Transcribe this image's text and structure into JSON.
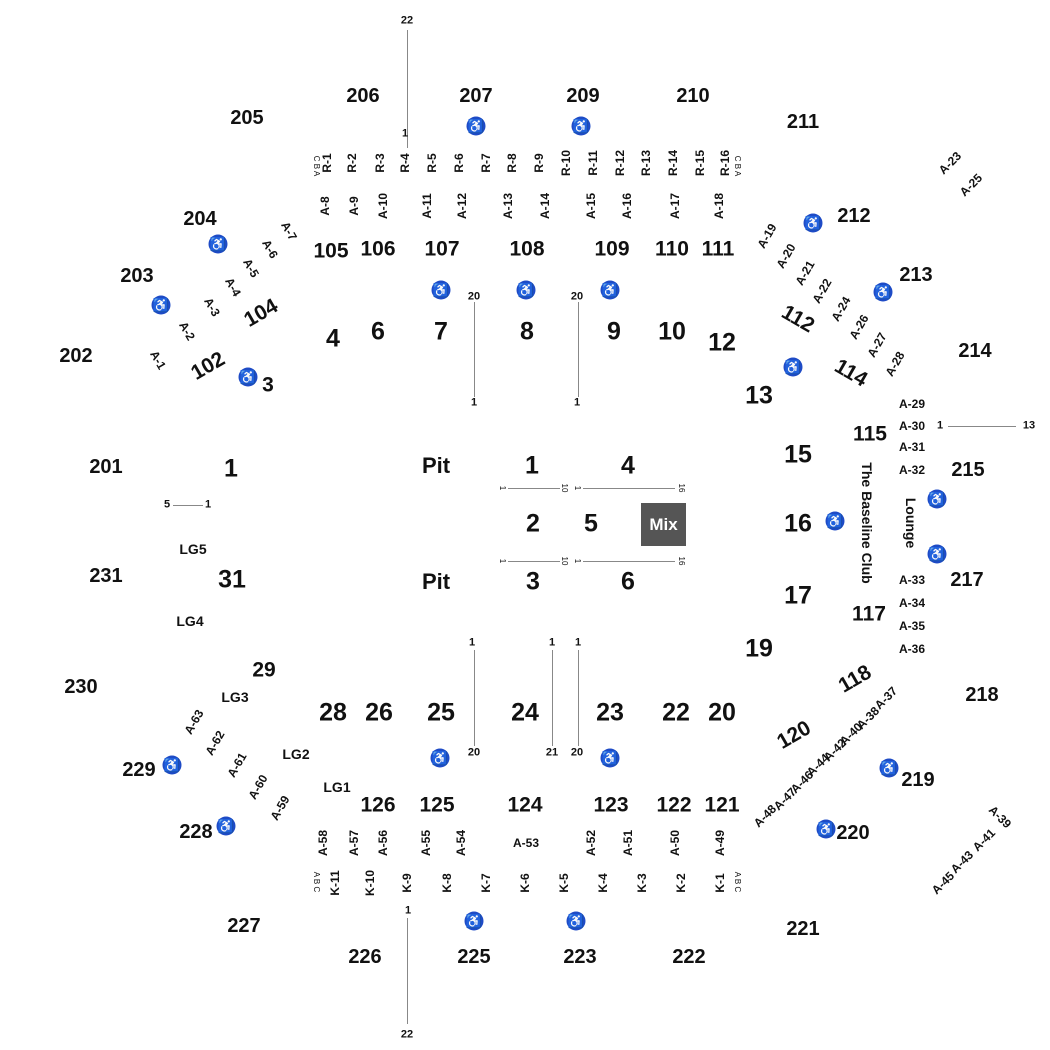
{
  "upper_sections": {
    "s201": "201",
    "s202": "202",
    "s203": "203",
    "s204": "204",
    "s205": "205",
    "s206": "206",
    "s207": "207",
    "s209": "209",
    "s210": "210",
    "s211": "211",
    "s212": "212",
    "s213": "213",
    "s214": "214",
    "s215": "215",
    "s217": "217",
    "s218": "218",
    "s219": "219",
    "s220": "220",
    "s221": "221",
    "s222": "222",
    "s223": "223",
    "s225": "225",
    "s226": "226",
    "s227": "227",
    "s228": "228",
    "s229": "229",
    "s230": "230",
    "s231": "231"
  },
  "lower_sections": {
    "s102": "102",
    "s104": "104",
    "s105": "105",
    "s106": "106",
    "s107": "107",
    "s108": "108",
    "s109": "109",
    "s110": "110",
    "s111": "111",
    "s112": "112",
    "s114": "114",
    "s115": "115",
    "s117": "117",
    "s118": "118",
    "s120": "120",
    "s121": "121",
    "s122": "122",
    "s123": "123",
    "s124": "124",
    "s125": "125",
    "s126": "126"
  },
  "floor_sections": {
    "f1": "1",
    "f3": "3",
    "f4": "4",
    "f6": "6",
    "f7": "7",
    "f8": "8",
    "f9": "9",
    "f10": "10",
    "f12": "12",
    "f13": "13",
    "f15": "15",
    "f16": "16",
    "f17": "17",
    "f19": "19",
    "f20": "20",
    "f22": "22",
    "f23": "23",
    "f24": "24",
    "f25": "25",
    "f26": "26",
    "f28": "28",
    "f29": "29",
    "f31": "31"
  },
  "floor_center": {
    "pit_top": "Pit",
    "pit_bottom": "Pit",
    "c1": "1",
    "c2": "2",
    "c3": "3",
    "c4": "4",
    "c5": "5",
    "c6": "6",
    "mix": "Mix"
  },
  "loge": {
    "lg1": "LG1",
    "lg2": "LG2",
    "lg3": "LG3",
    "lg4": "LG4",
    "lg5": "LG5"
  },
  "club": {
    "name": "The Baseline Club",
    "lounge": "Lounge"
  },
  "suites_top": [
    "A-8",
    "A-9",
    "A-10",
    "A-11",
    "A-12",
    "A-13",
    "A-14",
    "A-15",
    "A-16",
    "A-17",
    "A-18"
  ],
  "suites_bottom": [
    "A-58",
    "A-57",
    "A-56",
    "A-55",
    "A-54",
    "A-53",
    "A-52",
    "A-51",
    "A-50",
    "A-49"
  ],
  "suites_other": {
    "a1": "A-1",
    "a2": "A-2",
    "a3": "A-3",
    "a4": "A-4",
    "a5": "A-5",
    "a6": "A-6",
    "a7": "A-7",
    "a19": "A-19",
    "a20": "A-20",
    "a21": "A-21",
    "a22": "A-22",
    "a23": "A-23",
    "a24": "A-24",
    "a25": "A-25",
    "a26": "A-26",
    "a27": "A-27",
    "a28": "A-28",
    "a29": "A-29",
    "a30": "A-30",
    "a31": "A-31",
    "a32": "A-32",
    "a33": "A-33",
    "a34": "A-34",
    "a35": "A-35",
    "a36": "A-36",
    "a37": "A-37",
    "a38": "A-38",
    "a39": "A-39",
    "a40": "A-40",
    "a41": "A-41",
    "a42": "A-42",
    "a43": "A-43",
    "a44": "A-44",
    "a45": "A-45",
    "a46": "A-46",
    "a47": "A-47",
    "a48": "A-48",
    "a59": "A-59",
    "a60": "A-60",
    "a61": "A-61",
    "a62": "A-62",
    "a63": "A-63"
  },
  "rows_top": [
    "R-1",
    "R-2",
    "R-3",
    "R-4",
    "R-5",
    "R-6",
    "R-7",
    "R-8",
    "R-9",
    "R-10",
    "R-11",
    "R-12",
    "R-13",
    "R-14",
    "R-15",
    "R-16"
  ],
  "rows_bottom": [
    "K-11",
    "K-10",
    "K-9",
    "K-8",
    "K-7",
    "K-6",
    "K-5",
    "K-4",
    "K-3",
    "K-2",
    "K-1"
  ],
  "row_letters_top": "C B A",
  "row_letters_bottom": "A B C",
  "seat_numbers": {
    "top_22": "22",
    "top_1": "1",
    "bottom_22": "22",
    "bottom_1": "1",
    "v20": "20",
    "v1": "1",
    "v21": "21",
    "r1": "1",
    "r13": "13",
    "l5": "5",
    "l1": "1",
    "t1": "1",
    "t10": "10",
    "t16": "16"
  },
  "accessibility_icon": "wheelchair-icon",
  "colors": {
    "accessibility": "#1e4bc6",
    "mix_box": "#555555",
    "text": "#111111"
  }
}
